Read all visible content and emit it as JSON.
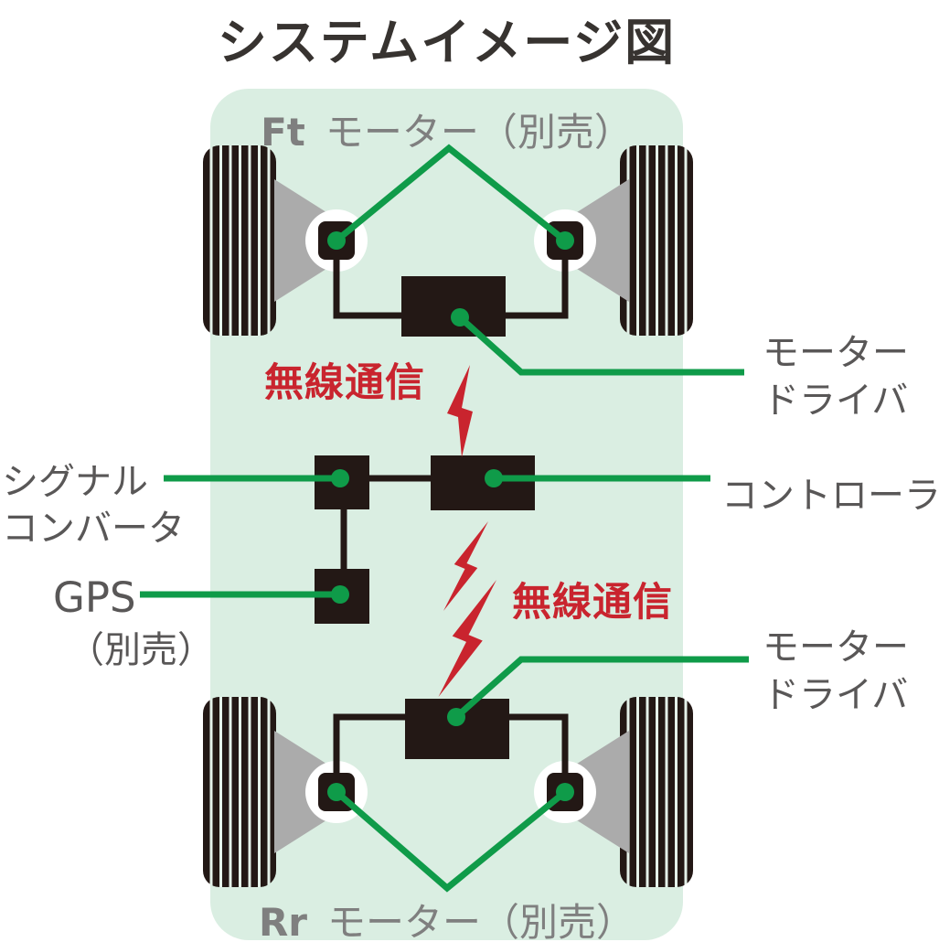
{
  "title": "システムイメージ図",
  "labels": {
    "front_prefix": "Ft",
    "front_text": "モーター（別売）",
    "rear_prefix": "Rr",
    "rear_text": "モーター（別売）",
    "wireless_upper": "無線通信",
    "wireless_lower": "無線通信",
    "driver_upper_1": "モーター",
    "driver_upper_2": "ドライバ",
    "driver_lower_1": "モーター",
    "driver_lower_2": "ドライバ",
    "controller": "コントローラ",
    "converter_1": "シグナル",
    "converter_2": "コンバータ",
    "gps": "GPS",
    "gps_note": "（別売）"
  },
  "colors": {
    "body_fill": "#daeee2",
    "component_dark": "#231815",
    "connection_green": "#0f9b49",
    "wireless_red": "#c9242e",
    "hub_gray": "#ababab",
    "label_gray": "#595757",
    "axle_label_gray": "#7f7f7f",
    "title_color": "#373330"
  }
}
